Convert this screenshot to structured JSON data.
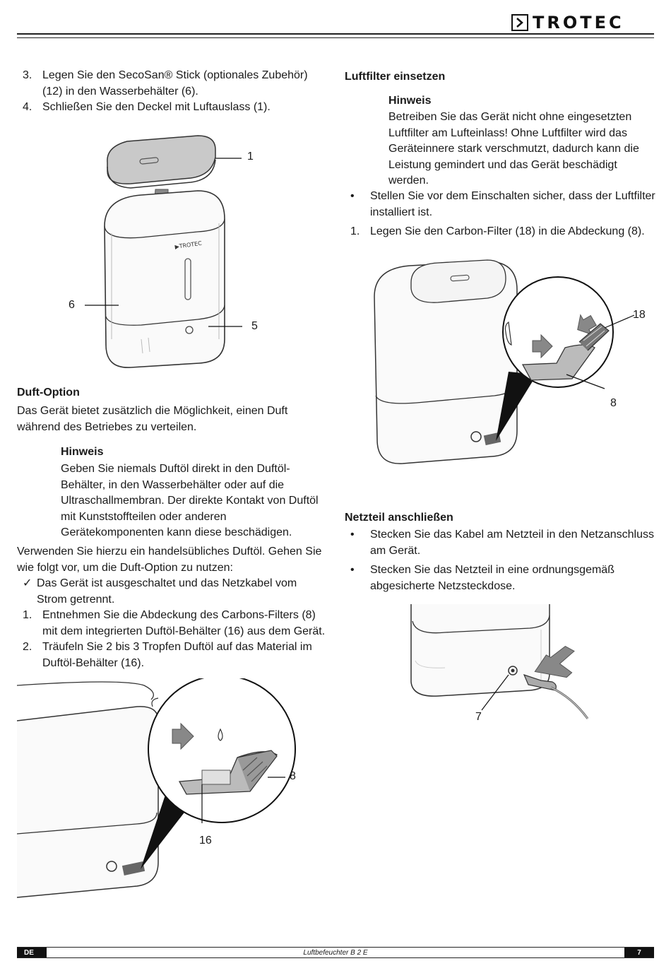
{
  "header": {
    "brand": "TROTEC"
  },
  "left": {
    "steps_top": [
      {
        "n": "3.",
        "text": "Legen Sie den SecoSan® Stick (optionales Zubehör) (12) in den Wasserbehälter (6)."
      },
      {
        "n": "4.",
        "text": "Schließen Sie den Deckel mit Luftauslass (1)."
      }
    ],
    "fig1_labels": {
      "a": "1",
      "b": "6",
      "c": "5"
    },
    "duft_heading": "Duft-Option",
    "duft_intro": "Das Gerät bietet zusätzlich die Möglichkeit, einen Duft während des Betriebes zu verteilen.",
    "note_title": "Hinweis",
    "note_text": "Geben Sie niemals Duftöl direkt in den Duftöl-Behälter, in den Wasserbehälter oder auf die Ultraschallmembran. Der direkte Kontakt von Duftöl mit Kunststoffteilen oder anderen Gerätekomponenten kann diese beschädigen.",
    "usage_text": "Verwenden Sie hierzu ein handelsübliches Duftöl. Gehen Sie wie folgt vor, um die Duft-Option zu nutzen:",
    "check_marker": "✓",
    "check_text": "Das Gerät ist ausgeschaltet und das Netzkabel vom Strom getrennt.",
    "steps": [
      {
        "n": "1.",
        "text": "Entnehmen Sie die Abdeckung des Carbons-Filters (8) mit dem integrierten Duftöl-Behälter  (16) aus dem Gerät."
      },
      {
        "n": "2.",
        "text": "Träufeln Sie 2 bis 3 Tropfen Duftöl auf das Material im Duftöl-Behälter (16)."
      }
    ],
    "fig2_labels": {
      "a": "8",
      "b": "16"
    }
  },
  "right": {
    "filter_heading": "Luftfilter einsetzen",
    "note_title": "Hinweis",
    "note_text": "Betreiben Sie das Gerät nicht ohne eingesetzten Luftfilter am Lufteinlass! Ohne Luftfilter wird das Geräteinnere stark verschmutzt, dadurch kann die Leistung gemindert und das Gerät beschädigt werden.",
    "bullet_marker": "•",
    "bullet1": "Stellen Sie vor dem Einschalten sicher, dass der Luftfilter installiert ist.",
    "step1_n": "1.",
    "step1": "Legen Sie den Carbon-Filter (18) in die Abdeckung (8).",
    "fig3_labels": {
      "a": "18",
      "b": "8"
    },
    "power_heading": "Netzteil anschließen",
    "power_bullets": [
      "Stecken Sie das Kabel am Netzteil in den Netzanschluss am Gerät.",
      "Stecken Sie das Netzteil in eine ordnungsgemäß abgesicherte Netzsteckdose."
    ],
    "fig4_labels": {
      "a": "7"
    }
  },
  "footer": {
    "lang": "DE",
    "title": "Luftbefeuchter B 2 E",
    "page": "7"
  }
}
